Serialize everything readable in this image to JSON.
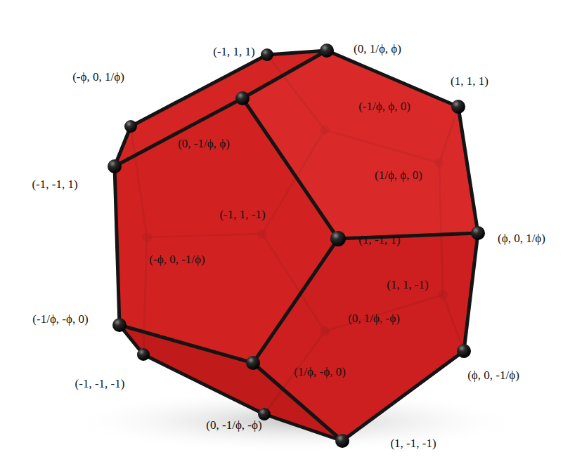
{
  "diagram": {
    "labels": [
      "(-1, 1, 1)",
      "(0, 1/ϕ, ϕ)",
      "(1, 1, 1)",
      "(-ϕ, 0, 1/ϕ)",
      "(0, -1/ϕ, ϕ)",
      "(-1/ϕ, ϕ, 0)",
      "(1/ϕ, ϕ, 0)",
      "(-1, -1, 1)",
      "(-1, 1, -1)",
      "(1, -1, 1)",
      "(ϕ, 0, 1/ϕ)",
      "(-ϕ, 0, -1/ϕ)",
      "(1, 1, -1)",
      "(-1/ϕ, -ϕ, 0)",
      "(0, 1/ϕ, -ϕ)",
      "(-1, -1, -1)",
      "(1/ϕ, -ϕ, 0)",
      "(ϕ, 0, -1/ϕ)",
      "(0, -1/ϕ, -ϕ)",
      "(1, -1, -1)"
    ]
  }
}
